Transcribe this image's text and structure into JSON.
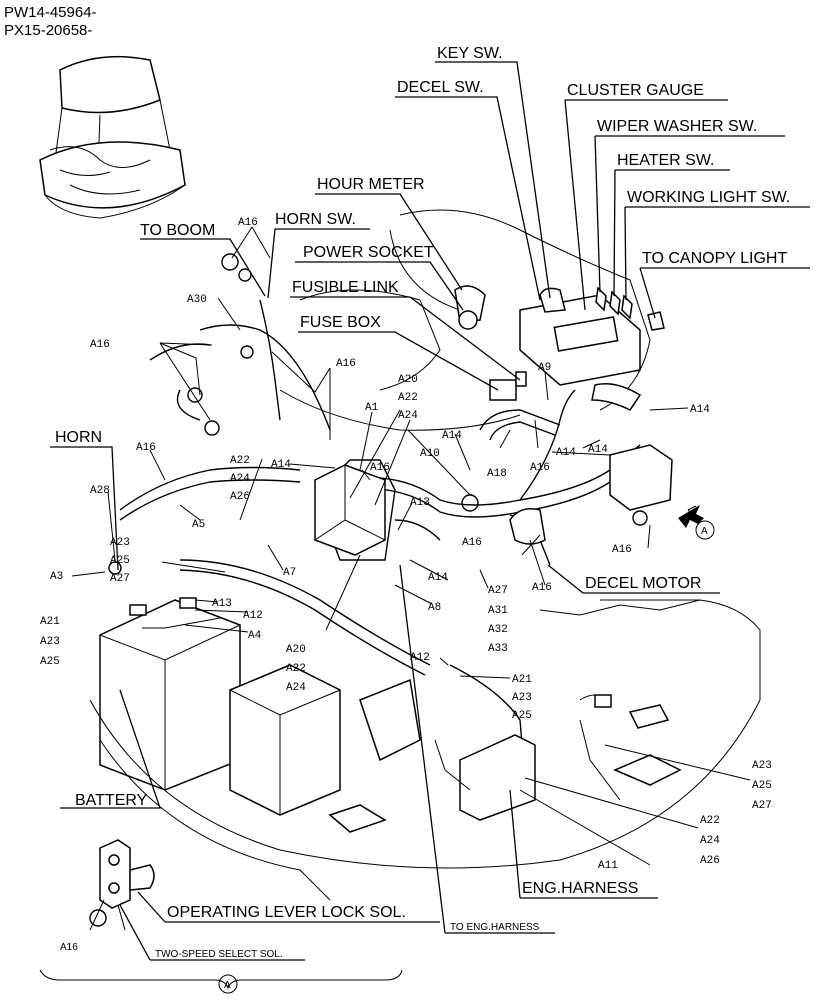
{
  "serials": [
    "PW14-45964-",
    "PX15-20658-"
  ],
  "labels": {
    "key_sw": "KEY SW.",
    "decel_sw": "DECEL SW.",
    "cluster_gauge": "CLUSTER GAUGE",
    "wiper_washer_sw": "WIPER WASHER SW.",
    "heater_sw": "HEATER SW.",
    "hour_meter": "HOUR METER",
    "working_light_sw": "WORKING LIGHT SW.",
    "to_boom": "TO BOOM",
    "horn_sw": "HORN SW.",
    "power_socket": "POWER SOCKET",
    "to_canopy_light": "TO CANOPY LIGHT",
    "fusible_link": "FUSIBLE LINK",
    "fuse_box": "FUSE BOX",
    "horn": "HORN",
    "decel_motor": "DECEL MOTOR",
    "battery": "BATTERY",
    "eng_harness": "ENG.HARNESS",
    "operating_lever_lock_sol": "OPERATING LEVER LOCK SOL.",
    "to_eng_harness": "TO ENG.HARNESS",
    "two_speed_select_sol": "TWO-SPEED SELECT SOL.",
    "view_a": "A"
  },
  "refs": {
    "r1": "A16",
    "r2": "A30",
    "r3": "A16",
    "r4": "A16",
    "r5": "A20",
    "r6": "A22",
    "r7": "A24",
    "r8": "A1",
    "r9": "A9",
    "r10": "A14",
    "r11": "A16",
    "r12": "A28",
    "r13": "A22",
    "r14": "A24",
    "r15": "A26",
    "r16": "A14",
    "r17": "A16",
    "r18": "A10",
    "r19": "A14",
    "r20": "A18",
    "r21": "A16",
    "r22": "A14",
    "r23": "A5",
    "r24": "A3",
    "r25": "A23",
    "r26": "A25",
    "r27": "A27",
    "r28": "A13",
    "r29": "A7",
    "r30": "A13",
    "r31": "A12",
    "r32": "A4",
    "r33": "A16",
    "r34": "A14",
    "r35": "A8",
    "r36": "A27",
    "r37": "A31",
    "r38": "A32",
    "r39": "A33",
    "r40": "A16",
    "r41": "A16",
    "r42": "A21",
    "r43": "A23",
    "r44": "A25",
    "r45": "A20",
    "r46": "A22",
    "r47": "A24",
    "r48": "A12",
    "r49": "A21",
    "r50": "A23",
    "r51": "A25",
    "r52": "A23",
    "r53": "A25",
    "r54": "A27",
    "r55": "A22",
    "r56": "A24",
    "r57": "A26",
    "r58": "A11",
    "r59": "A16",
    "r60": "A14"
  }
}
